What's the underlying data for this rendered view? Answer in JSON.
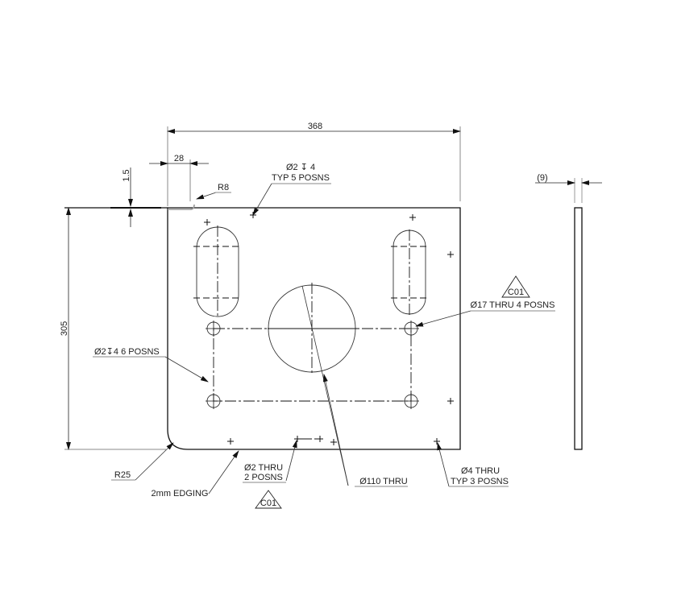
{
  "drawing": {
    "title": "Mounting plate technical drawing",
    "units": "mm",
    "dimensions": {
      "overall_width": "368",
      "overall_height": "305",
      "edge_offset": "28",
      "step_height": "1.5",
      "thickness": "(9)"
    },
    "callouts": {
      "corner_radius_small": "R8",
      "corner_radius_large": "R25",
      "top_holes_line1": "Ø2 ↧ 4",
      "top_holes_line2": "TYP 5 POSNS",
      "side_holes": "Ø2↧4 6 POSNS",
      "mount_holes": "Ø17 THRU 4 POSNS",
      "bottom_holes_line1": "Ø2 THRU",
      "bottom_holes_line2": "2 POSNS",
      "large_hole": "Ø110 THRU",
      "corner_holes_line1": "Ø4 THRU",
      "corner_holes_line2": "TYP 3 POSNS",
      "edging": "2mm EDGING"
    },
    "revision_tags": {
      "tag_right": "C01",
      "tag_bottom": "C01"
    }
  }
}
